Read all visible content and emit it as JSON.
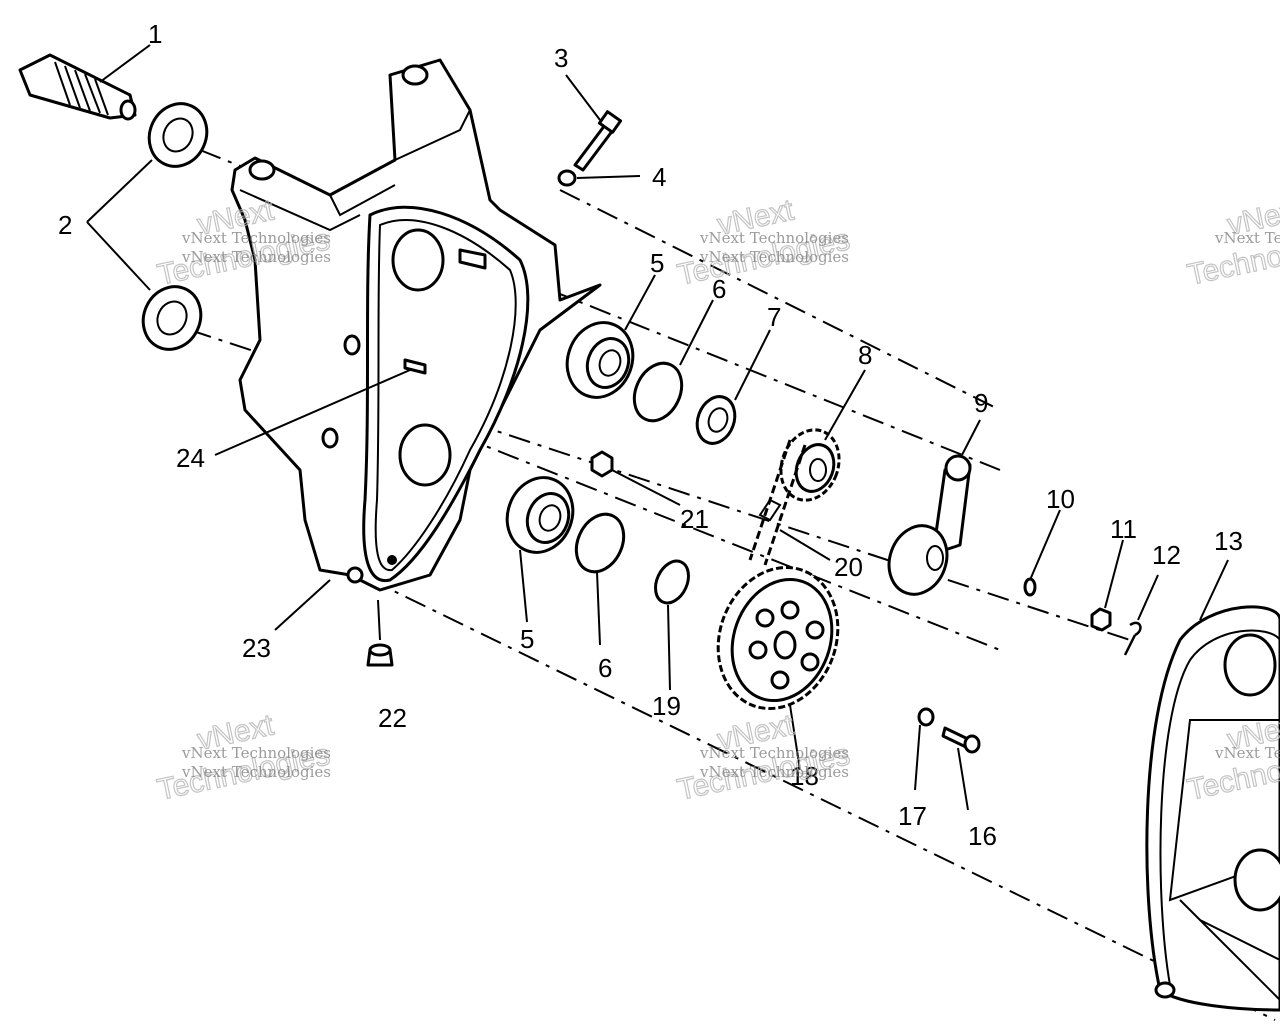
{
  "callouts": [
    {
      "id": "c1",
      "text": "1"
    },
    {
      "id": "c2",
      "text": "2"
    },
    {
      "id": "c3",
      "text": "3"
    },
    {
      "id": "c4",
      "text": "4"
    },
    {
      "id": "c5a",
      "text": "5"
    },
    {
      "id": "c5b",
      "text": "5"
    },
    {
      "id": "c6a",
      "text": "6"
    },
    {
      "id": "c6b",
      "text": "6"
    },
    {
      "id": "c7",
      "text": "7"
    },
    {
      "id": "c8",
      "text": "8"
    },
    {
      "id": "c9",
      "text": "9"
    },
    {
      "id": "c10",
      "text": "10"
    },
    {
      "id": "c11",
      "text": "11"
    },
    {
      "id": "c12",
      "text": "12"
    },
    {
      "id": "c13",
      "text": "13"
    },
    {
      "id": "c16",
      "text": "16"
    },
    {
      "id": "c17",
      "text": "17"
    },
    {
      "id": "c18",
      "text": "18"
    },
    {
      "id": "c19",
      "text": "19"
    },
    {
      "id": "c20",
      "text": "20"
    },
    {
      "id": "c21",
      "text": "21"
    },
    {
      "id": "c22",
      "text": "22"
    },
    {
      "id": "c23",
      "text": "23"
    },
    {
      "id": "c24",
      "text": "24"
    }
  ],
  "watermark": {
    "line1": "vNext Technologies",
    "line2": "vNext",
    "line3": "Technologies"
  }
}
